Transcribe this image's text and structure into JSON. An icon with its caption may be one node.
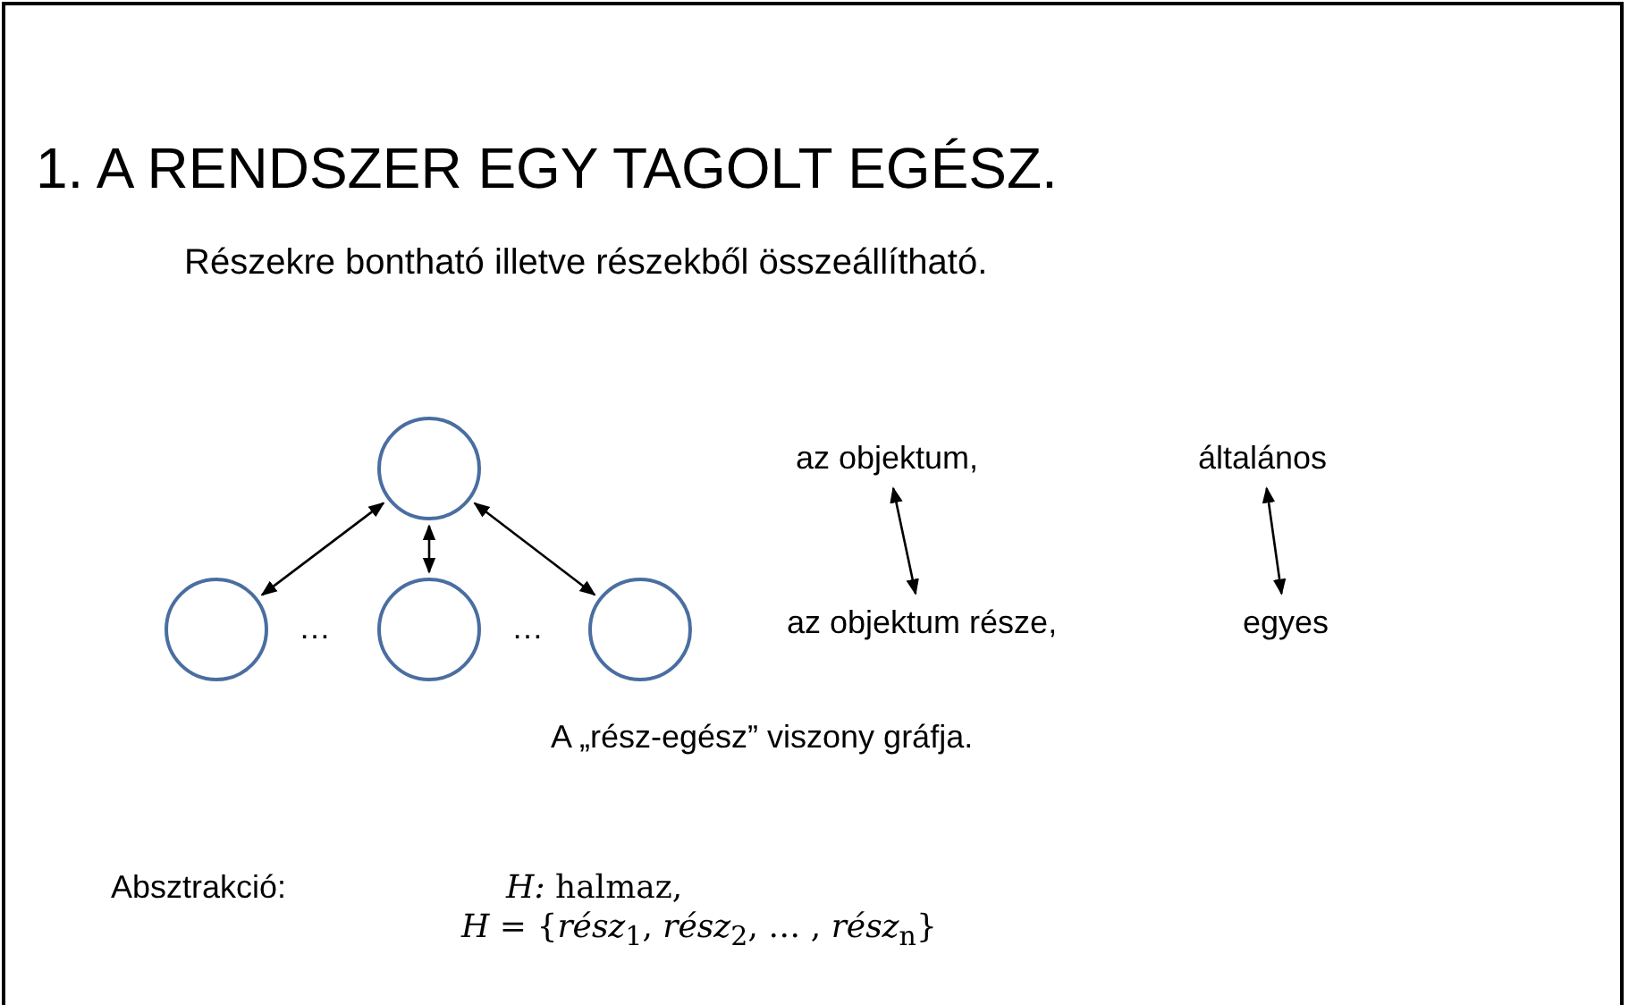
{
  "diagram": {
    "title": "1. A RENDSZER EGY TAGOLT EGÉSZ.",
    "nodes": [
      {
        "text": [],
        "shape": "circle"
      },
      {
        "text": [],
        "shape": "circle"
      },
      {
        "text": [],
        "shape": "circle"
      },
      {
        "text": [],
        "shape": "circle"
      },
      {
        "text": [
          "az objektum,"
        ]
      },
      {
        "text": [
          "az objektum része,"
        ]
      },
      {
        "text": [
          "általános"
        ]
      },
      {
        "text": [
          "egyes"
        ]
      }
    ],
    "edges": [
      {
        "from": 0,
        "to": 1,
        "arrow": "both"
      },
      {
        "from": 0,
        "to": 2,
        "arrow": "both"
      },
      {
        "from": 0,
        "to": 3,
        "arrow": "both"
      },
      {
        "from": 4,
        "to": 5,
        "arrow": "both"
      },
      {
        "from": 6,
        "to": 7,
        "arrow": "both"
      }
    ],
    "labels": [
      "Részekre bontható illetve részekből összeállítható.",
      "…",
      "…",
      "A „rész-egész” viszony gráfja.",
      "Absztrakció:",
      "*H:*  halmaz,",
      "*H* = {*rész*$_{1}$, *rész*$_{2}$, … , *rész*$_{n}$}"
    ]
  }
}
